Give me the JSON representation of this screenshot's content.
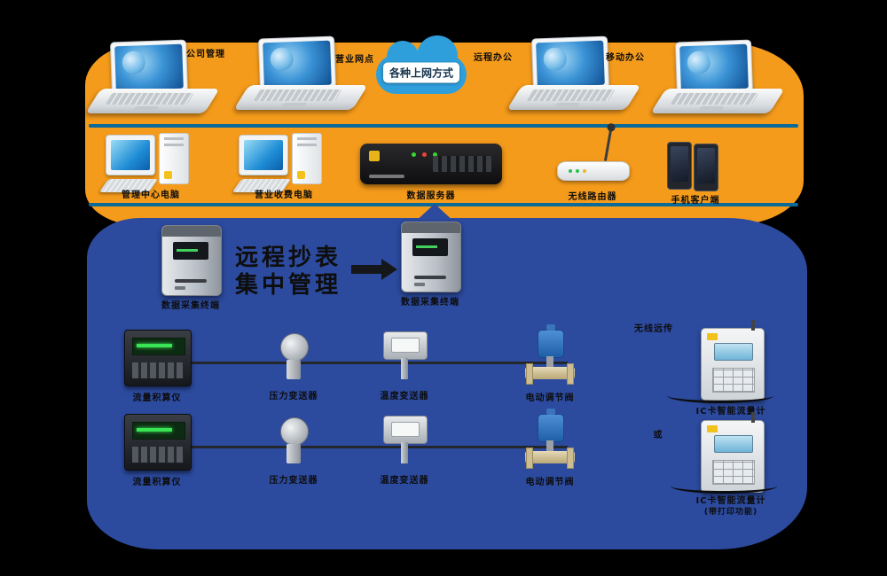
{
  "palette": {
    "background": "#000000",
    "orange_band": "#F59B1B",
    "blue_band": "#2C4A9E",
    "bus_line": "#0B6A97",
    "label_color": "#0D0D0D"
  },
  "cloud": {
    "label": "各种上网方式"
  },
  "top_clients": [
    {
      "caption": "公司管理"
    },
    {
      "caption": "营业网点"
    },
    {
      "caption": "远程办公"
    },
    {
      "caption": "移动办公"
    }
  ],
  "lan_row": {
    "pc1_label": "管理中心电脑",
    "pc2_label": "营业收费电脑",
    "server_label": "数据服务器",
    "router_label": "无线路由器",
    "phones_label": "手机客户端"
  },
  "collect_row": {
    "terminal1_label": "数据采集终端",
    "headline_line1": "远程抄表",
    "headline_line2": "集中管理",
    "terminal2_label": "数据采集终端"
  },
  "field_rows": [
    {
      "flow_label": "流量积算仪",
      "pressure_label": "压力变送器",
      "temp_label": "温度变送器",
      "valve_label": "电动调节阀"
    },
    {
      "flow_label": "流量积算仪",
      "pressure_label": "压力变送器",
      "temp_label": "温度变送器",
      "valve_label": "电动调节阀"
    }
  ],
  "right_column": {
    "note": "无线远传",
    "instrument1_label": "IC卡智能流量计",
    "or_label": "或",
    "instrument2_label": "IC卡智能流量计",
    "instrument2_sub": "(带打印功能)"
  }
}
